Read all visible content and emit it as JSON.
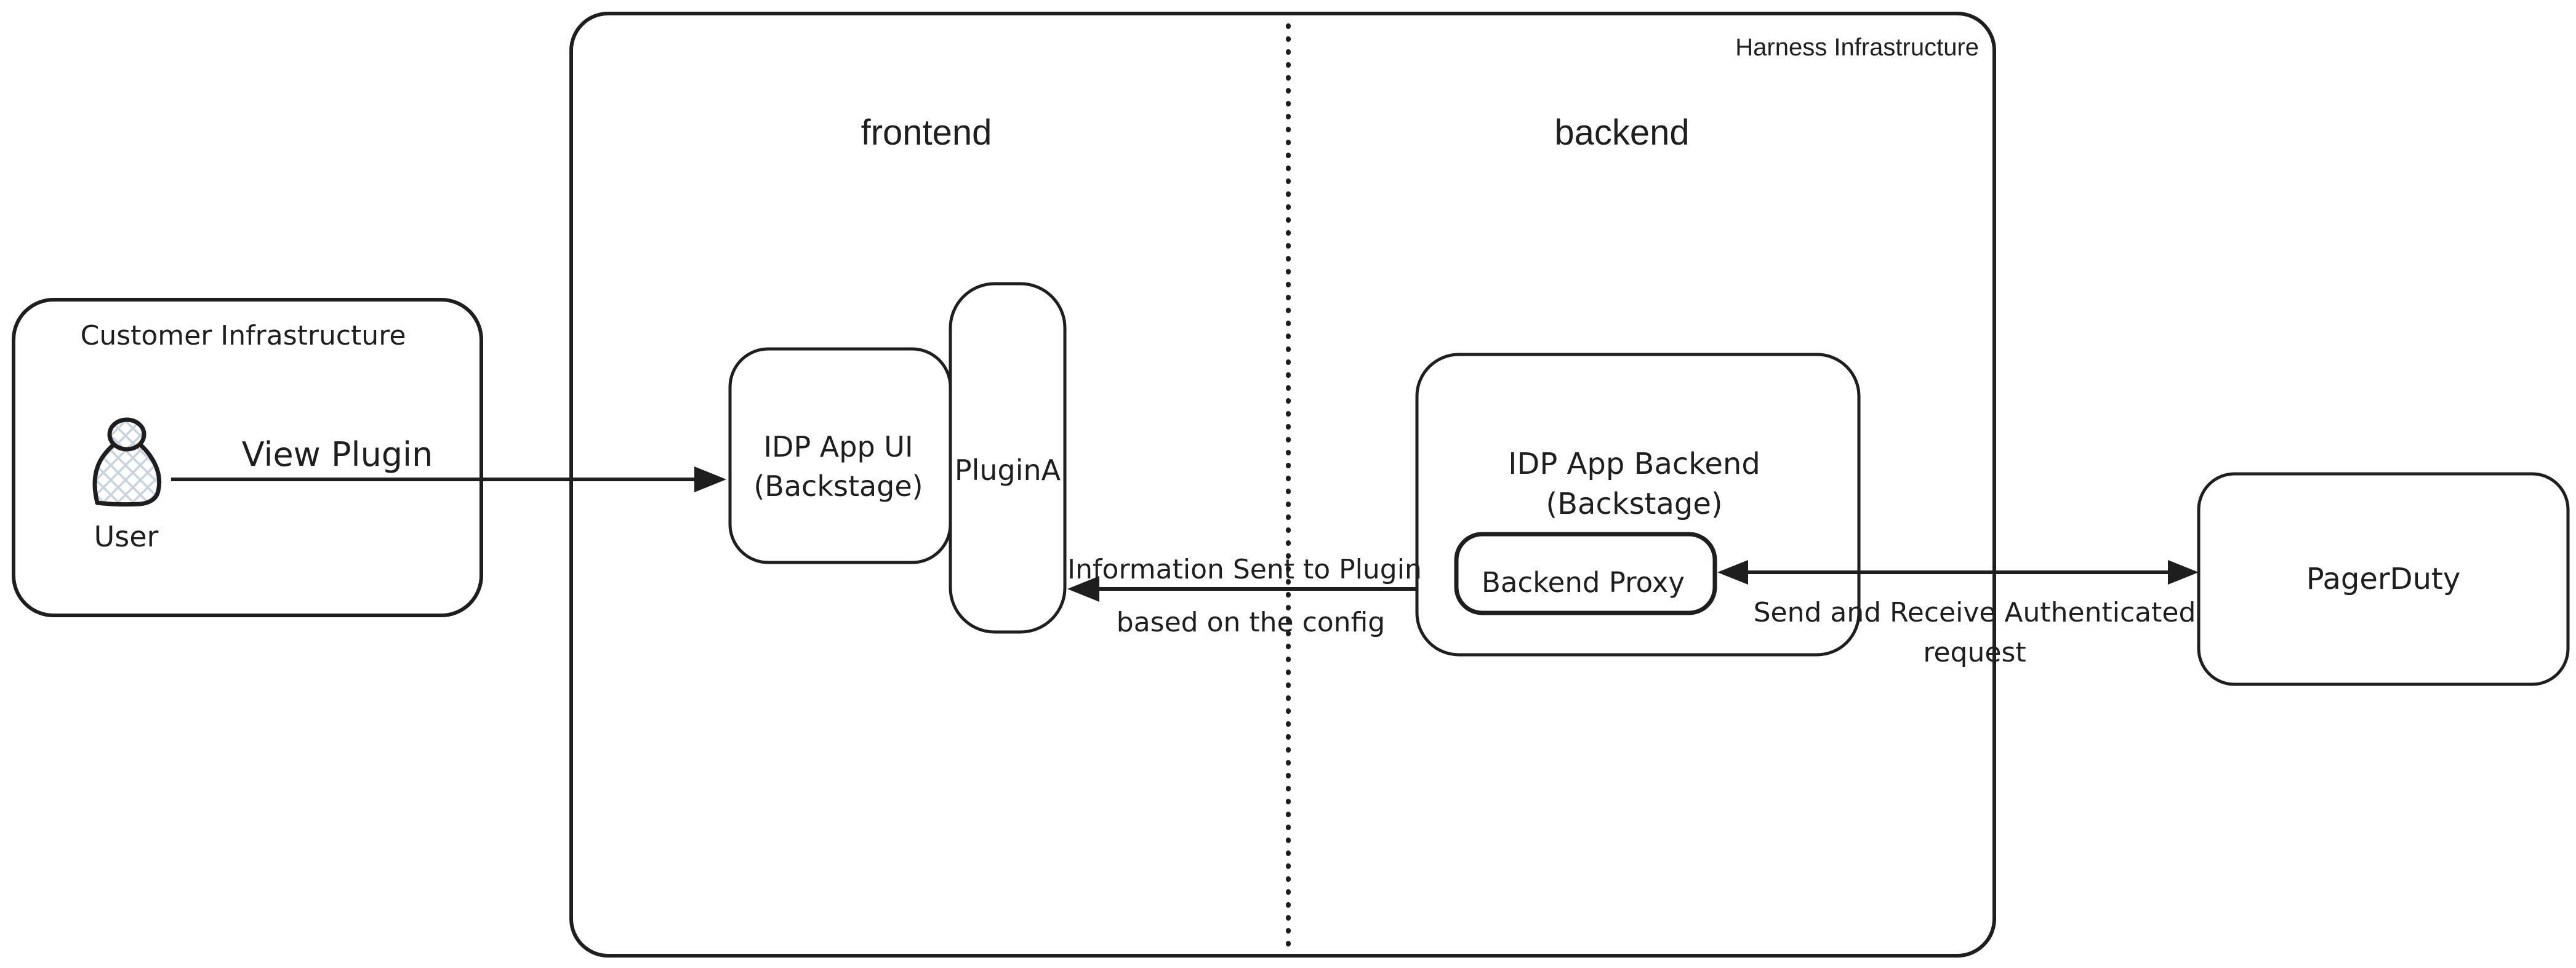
{
  "colors": {
    "background": "#ffffff",
    "stroke": "#1e1e1e",
    "pagerduty_fill": "#a5d8ff",
    "hatch": "#c9d3de"
  },
  "harness": {
    "label": "Harness Infrastructure",
    "sections": {
      "frontend": "frontend",
      "backend": "backend"
    }
  },
  "customer": {
    "label": "Customer Infrastructure",
    "user": {
      "label": "User"
    }
  },
  "nodes": {
    "idp_app_ui": {
      "line1": "IDP App UI",
      "line2": "(Backstage)"
    },
    "plugin_a": {
      "label": "PluginA"
    },
    "idp_app_backend": {
      "line1": "IDP App Backend",
      "line2": "(Backstage)"
    },
    "backend_proxy": {
      "label": "Backend Proxy"
    },
    "pagerduty": {
      "label": "PagerDuty"
    }
  },
  "edges": {
    "view_plugin": {
      "label": "View Plugin"
    },
    "info_sent": {
      "line1": "Information Sent to Plugin",
      "line2": "based on the config"
    },
    "send_receive": {
      "line1": "Send and Receive Authenticated",
      "line2": "request"
    }
  }
}
